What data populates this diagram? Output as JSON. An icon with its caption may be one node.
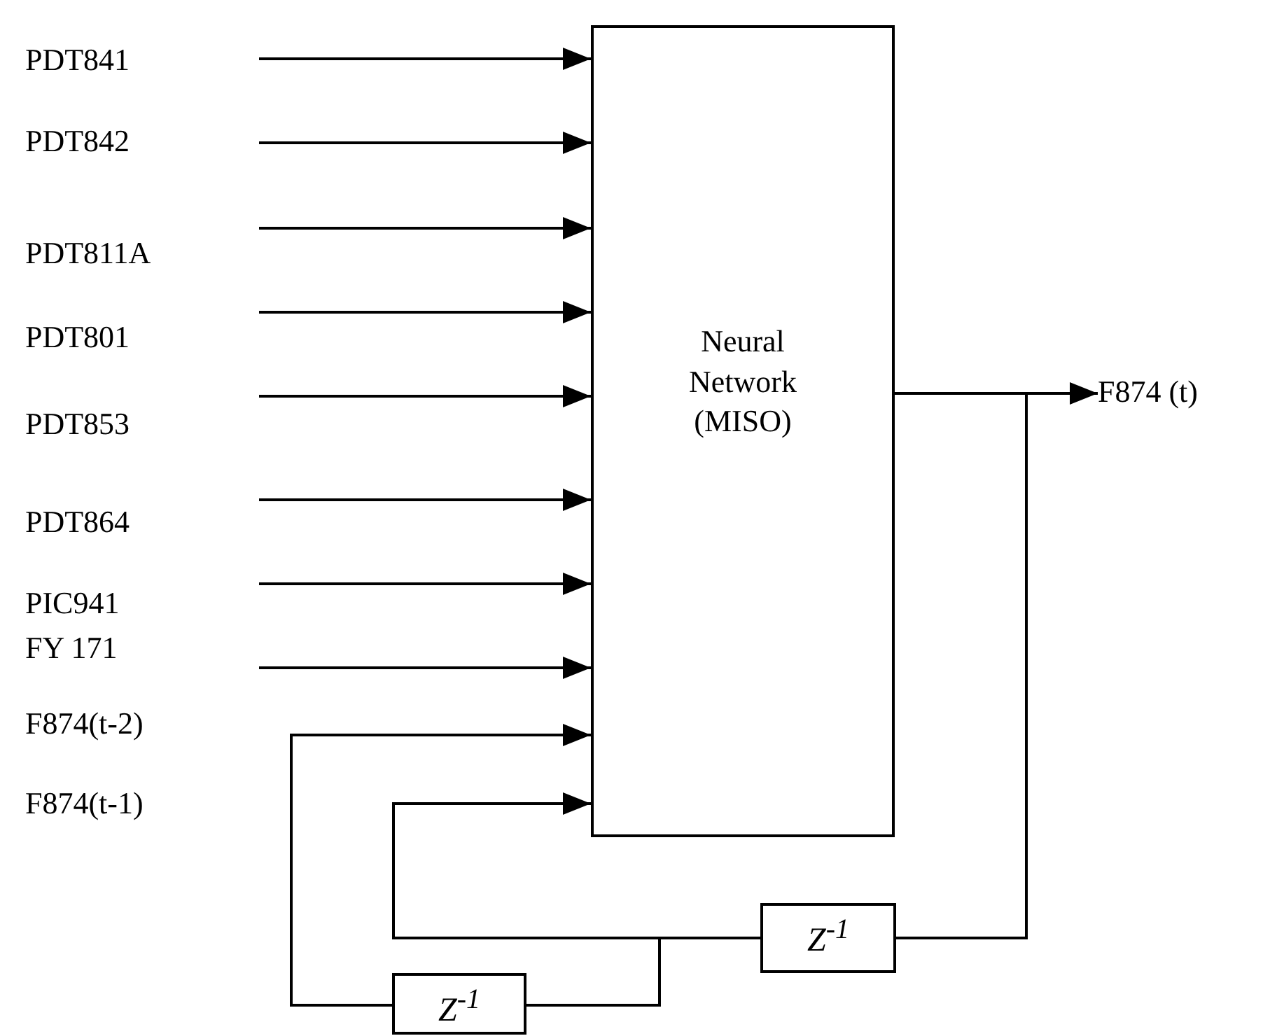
{
  "diagram": {
    "nodes": [
      {
        "text": [
          "Neural Network (MISO)"
        ]
      },
      {
        "text": [
          "F874  (t)"
        ]
      },
      {
        "text": [
          "Z$^{-1}$"
        ]
      },
      {
        "text": [
          "Z$^{-1}$"
        ]
      }
    ],
    "edges": [
      {
        "from": null,
        "to": 0,
        "arrow": "to"
      },
      {
        "from": null,
        "to": 0,
        "arrow": "to"
      },
      {
        "from": null,
        "to": 0,
        "arrow": "to"
      },
      {
        "from": null,
        "to": 0,
        "arrow": "to"
      },
      {
        "from": null,
        "to": 0,
        "arrow": "to"
      },
      {
        "from": null,
        "to": 0,
        "arrow": "to"
      },
      {
        "from": null,
        "to": 0,
        "arrow": "to"
      },
      {
        "from": null,
        "to": 0,
        "arrow": "to"
      },
      {
        "from": 0,
        "to": 1,
        "arrow": "to"
      },
      {
        "from": 0,
        "to": 2,
        "arrow": "none"
      },
      {
        "from": 2,
        "to": 0,
        "arrow": "to"
      },
      {
        "from": 2,
        "to": 3,
        "arrow": "none"
      },
      {
        "from": 3,
        "to": 0,
        "arrow": "to"
      }
    ],
    "labels": [
      "PDT841",
      "PDT842",
      "PDT811A",
      "PDT801",
      "PDT853",
      "PDT864",
      "PIC941",
      "FY 171",
      "F874(t-2)",
      "F874(t-1)"
    ]
  }
}
